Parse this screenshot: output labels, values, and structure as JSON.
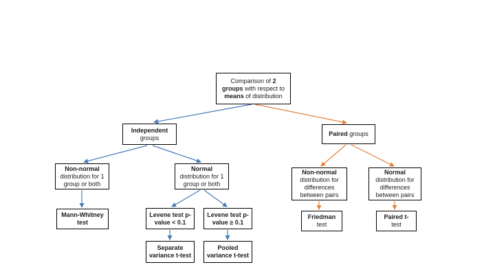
{
  "diagram": {
    "type": "decision-flowchart",
    "topic": "Choosing a statistical test for comparing 2 groups"
  },
  "colors": {
    "independent_branch": "#4779B8",
    "paired_branch": "#E2823C",
    "box_border": "#000000",
    "background": "#FFFFFF"
  },
  "nodes": {
    "root": {
      "l1a": "Comparison of ",
      "l1b": "2",
      "l2a": "groups",
      "l2b": " with respect to",
      "l3a": "means",
      "l3b": " of distribution"
    },
    "independent": {
      "l1": "Independent",
      "l2": "groups"
    },
    "paired": {
      "l1a": "Paired",
      "l1b": " groups"
    },
    "nonnormal_ind": {
      "l1": "Non-normal",
      "l2": "distribution for 1",
      "l3": "group or both"
    },
    "normal_ind": {
      "l1": "Normal",
      "l2": "distribution for 1",
      "l3": "group or both"
    },
    "mann": {
      "l1": "Mann-Whitney",
      "l2": "test"
    },
    "levene_lt": {
      "l1": "Levene test p-",
      "l2": "value < 0.1"
    },
    "levene_ge": {
      "l1": "Levene test p-",
      "l2": "value ≥ 0.1"
    },
    "separate": {
      "l1": "Separate",
      "l2": "variance t-test"
    },
    "pooled": {
      "l1": "Pooled",
      "l2": "variance t-test"
    },
    "nonnormal_pair": {
      "l1": "Non-normal",
      "l2": "distribution for",
      "l3": "differences",
      "l4": "between pairs"
    },
    "normal_pair": {
      "l1": "Normal",
      "l2": "distribution for",
      "l3": "differences",
      "l4": "between pairs"
    },
    "friedman": {
      "l1": "Friedman",
      "l2": "test"
    },
    "paired_t": {
      "l1": "Paired t-",
      "l2": "test"
    }
  },
  "edges": [
    {
      "from": "comparison-root",
      "to": "independent-groups",
      "branch": "independent"
    },
    {
      "from": "comparison-root",
      "to": "paired-groups",
      "branch": "paired"
    },
    {
      "from": "independent-groups",
      "to": "non-normal-independent",
      "branch": "independent"
    },
    {
      "from": "independent-groups",
      "to": "normal-independent",
      "branch": "independent"
    },
    {
      "from": "non-normal-independent",
      "to": "mann-whitney-test",
      "branch": "independent"
    },
    {
      "from": "normal-independent",
      "to": "levene-p-lt-01",
      "branch": "independent"
    },
    {
      "from": "normal-independent",
      "to": "levene-p-ge-01",
      "branch": "independent"
    },
    {
      "from": "levene-p-lt-01",
      "to": "separate-variance-t-test",
      "branch": "independent"
    },
    {
      "from": "levene-p-ge-01",
      "to": "pooled-variance-t-test",
      "branch": "independent"
    },
    {
      "from": "paired-groups",
      "to": "non-normal-paired",
      "branch": "paired"
    },
    {
      "from": "paired-groups",
      "to": "normal-paired",
      "branch": "paired"
    },
    {
      "from": "non-normal-paired",
      "to": "friedman-test",
      "branch": "paired"
    },
    {
      "from": "normal-paired",
      "to": "paired-t-test",
      "branch": "paired"
    }
  ]
}
